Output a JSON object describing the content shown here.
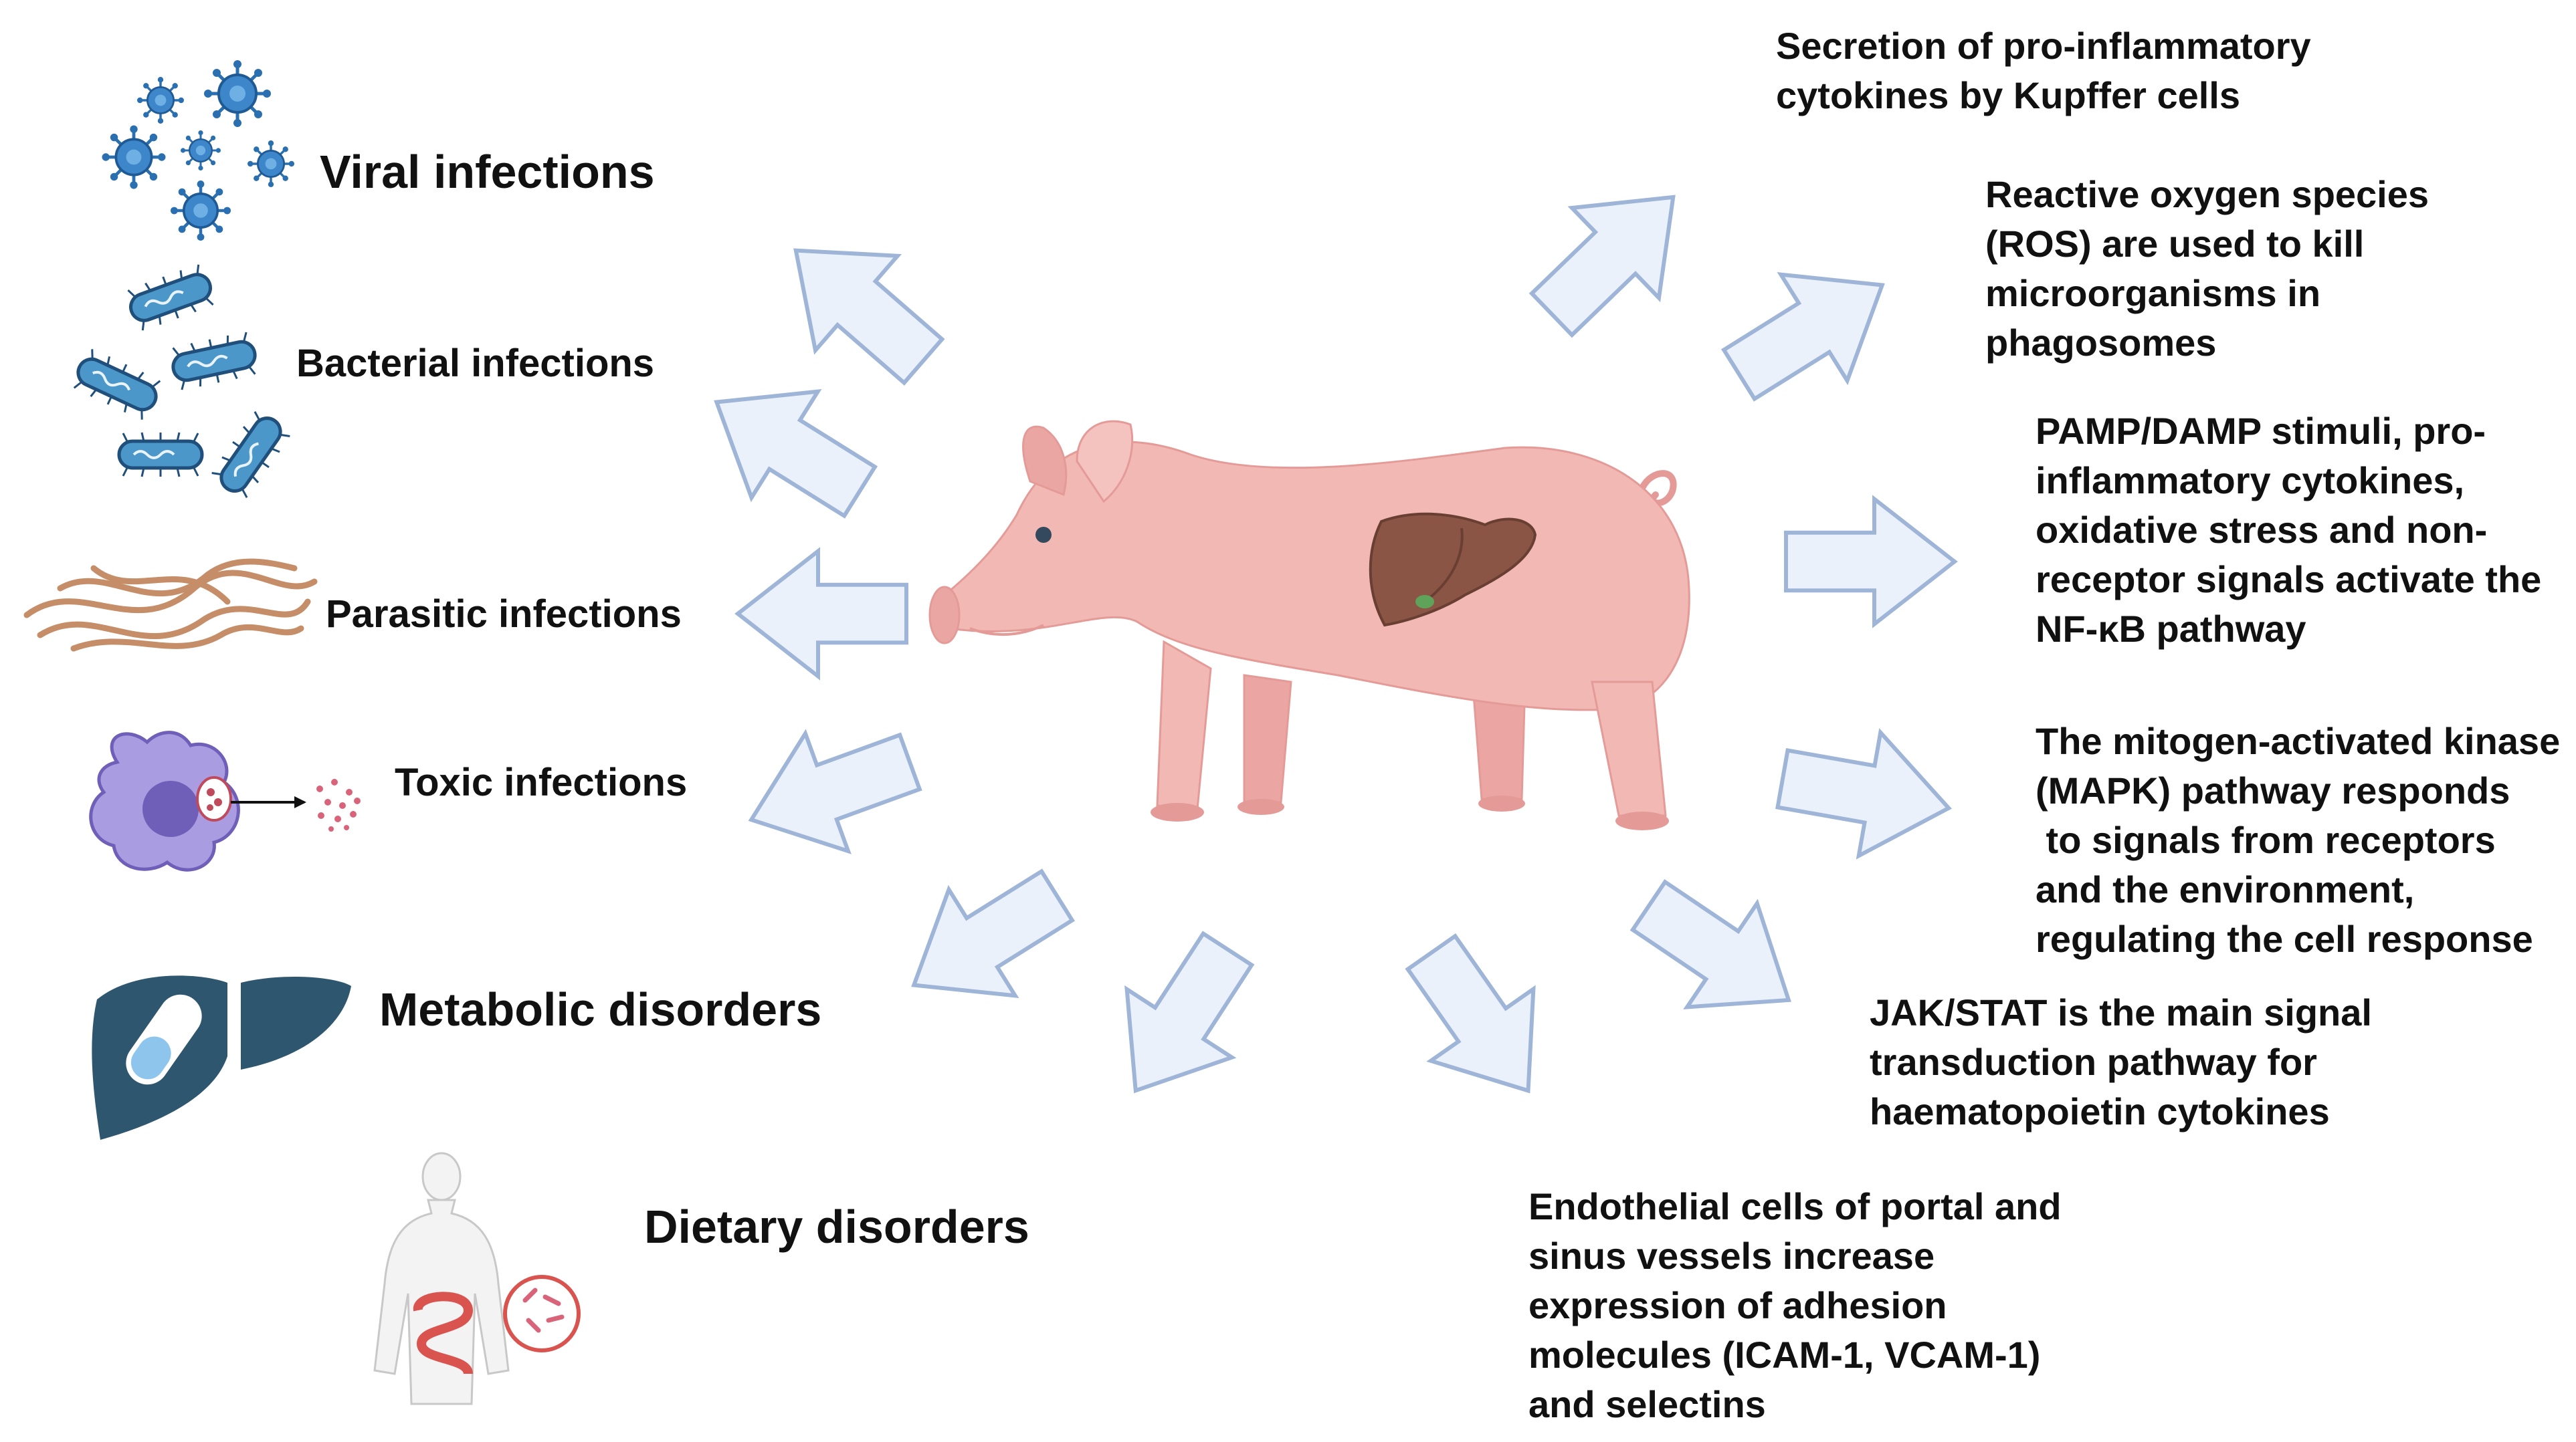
{
  "causes": {
    "viral": "Viral infections",
    "bacterial": "Bacterial infections",
    "parasitic": "Parasitic infections",
    "toxic": "Toxic infections",
    "metabolic": "Metabolic disorders",
    "dietary": "Dietary disorders"
  },
  "responses": {
    "kupffer": [
      "Secretion of pro-inflammatory",
      "cytokines by Kupffer cells"
    ],
    "ros": [
      "Reactive oxygen species",
      "(ROS) are used to kill",
      "microorganisms in",
      "phagosomes"
    ],
    "nfkb": [
      "PAMP/DAMP stimuli, pro-",
      "inflammatory cytokines,",
      "oxidative stress and non-",
      "receptor signals activate the",
      "NF-κB pathway"
    ],
    "mapk": [
      "The mitogen-activated kinase",
      "(MAPK) pathway responds",
      " to signals from receptors",
      "and the environment,",
      "regulating the cell response"
    ],
    "jakstat": [
      "JAK/STAT is the main signal",
      "transduction pathway for",
      "haematopoietin cytokines"
    ],
    "endothelial": [
      "Endothelial cells of portal and",
      "sinus vessels increase",
      "expression of adhesion",
      "molecules (ICAM-1, VCAM-1)",
      "and selectins"
    ]
  },
  "colors": {
    "arrow_fill": "#eaf1fb",
    "arrow_stroke": "#9fb5d8",
    "pig": "#f2b8b4",
    "pig_shade": "#e49b98",
    "liver": "#8b5545",
    "virus": "#2a6fb0",
    "bacteria": "#4b97c9",
    "parasite": "#c58e68",
    "cell": "#a99ce0",
    "liver_icon": "#2f566f"
  }
}
